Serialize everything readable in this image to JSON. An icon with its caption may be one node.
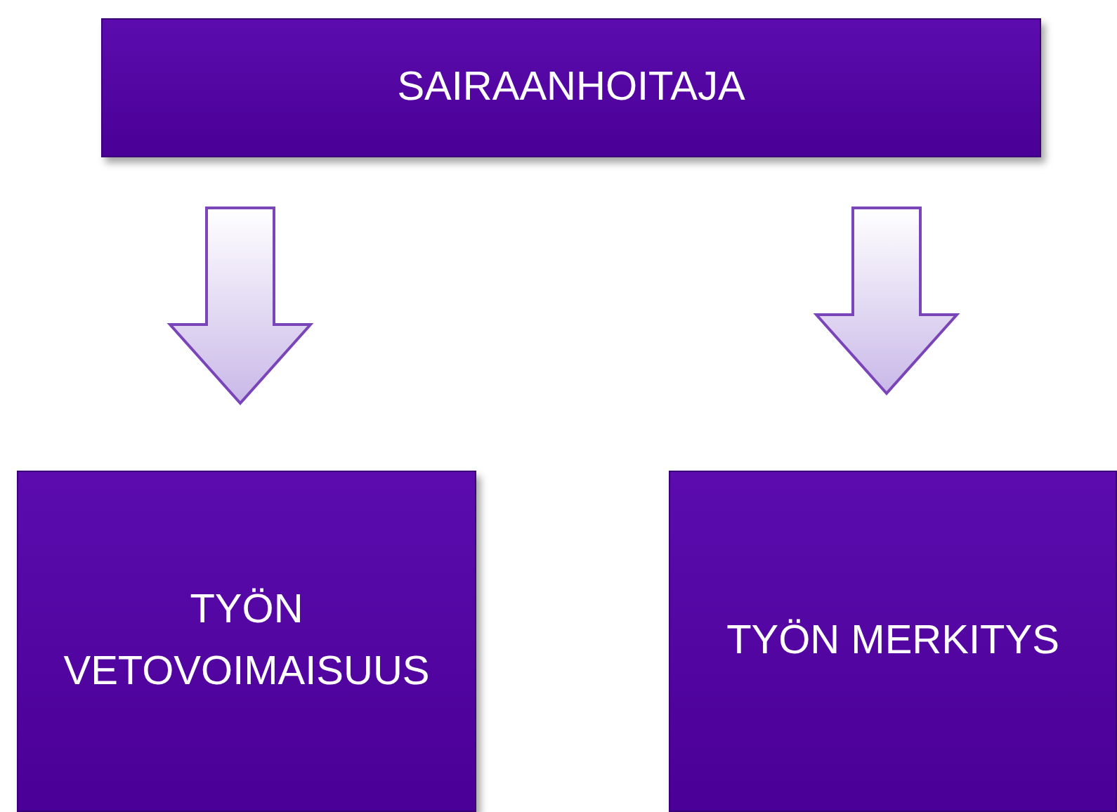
{
  "diagram": {
    "nodes": [
      {
        "text": [
          "SAIRAANHOITAJA"
        ]
      },
      {
        "text": [
          "TYÖN VETOVOIMAISUUS"
        ]
      },
      {
        "text": [
          "TYÖN MERKITYS"
        ]
      }
    ],
    "edges": [
      {
        "from": 0,
        "to": 1,
        "arrow": "to"
      },
      {
        "from": 0,
        "to": 2,
        "arrow": "to"
      }
    ]
  }
}
